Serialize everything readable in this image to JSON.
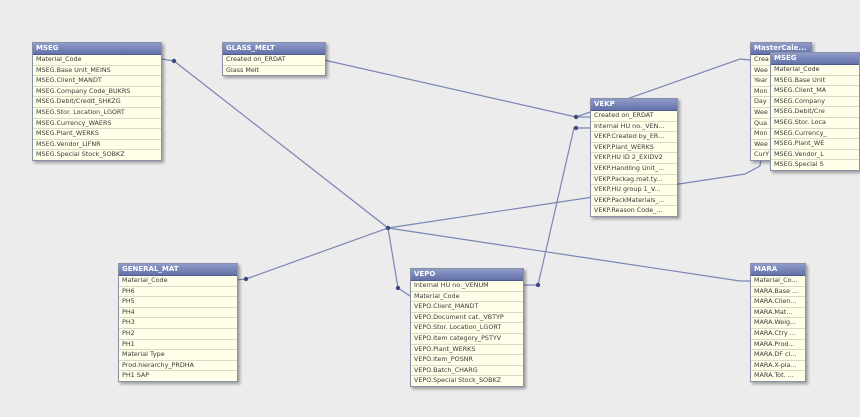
{
  "tables": {
    "mseg": {
      "title": "MSEG",
      "fields": [
        "Material_Code",
        "MSEG.Base Unit_MEINS",
        "MSEG.Client_MANDT",
        "MSEG.Company Code_BUKRS",
        "MSEG.Debit/Credit_SHKZG",
        "MSEG.Stor. Location_LGORT",
        "MSEG.Currency_WAERS",
        "MSEG.Plant_WERKS",
        "MSEG.Vendor_LIFNR",
        "MSEG.Special Stock_SOBKZ"
      ]
    },
    "glass_melt": {
      "title": "GLASS_MELT",
      "fields": [
        "Created on_ERDAT",
        "Glass Melt"
      ]
    },
    "vekp": {
      "title": "VEKP",
      "fields": [
        "Created on_ERDAT",
        "Internal HU no._VEN...",
        "VEKP.Created by_ER...",
        "VEKP.Plant_WERKS",
        "VEKP.HU ID 2_EXIDV2",
        "VEKP.Handling Unit_...",
        "VEKP.Packag.mat.ty...",
        "VEKP.HU group 1_V...",
        "VEKP.PackMaterials_...",
        "VEKP.Reason Code_..."
      ]
    },
    "mastercal": {
      "title": "MasterCale...",
      "fields": [
        "Crea",
        "Wee",
        "Year",
        "Mon",
        "Day",
        "Wee",
        "Qua",
        "Mon",
        "Wee",
        "CurY"
      ]
    },
    "mseg2": {
      "title": "MSEG",
      "fields": [
        "Material_Code",
        "MSEG.Base Unit",
        "MSEG.Client_MA",
        "MSEG.Company",
        "MSEG.Debit/Cre",
        "MSEG.Stor. Loca",
        "MSEG.Currency_",
        "MSEG.Plant_WE",
        "MSEG.Vendor_L",
        "MSEG.Special S"
      ]
    },
    "general_mat": {
      "title": "GENERAL_MAT",
      "fields": [
        "Material_Code",
        "PH6",
        "PH5",
        "PH4",
        "PH3",
        "PH2",
        "PH1",
        "Material Type",
        "Prod.hierarchy_PRDHA",
        "PH1 SAP"
      ]
    },
    "vepo": {
      "title": "VEPO",
      "fields": [
        "Internal HU no._VENUM",
        "Material_Code",
        "VEPO.Client_MANDT",
        "VEPO.Document cat._VBTYP",
        "VEPO.Stor. Location_LGORT",
        "VEPO.Item category_PSTYV",
        "VEPO.Plant_WERKS",
        "VEPO.Item_POSNR",
        "VEPO.Batch_CHARG",
        "VEPO.Special Stock_SOBKZ"
      ]
    },
    "mara": {
      "title": "MARA",
      "fields": [
        "Material_Co...",
        "MARA.Base ...",
        "MARA.Clien...",
        "MARA.Mat...",
        "MARA.Weig...",
        "MARA.Ctry ...",
        "MARA.Prod...",
        "MARA.DF cl...",
        "MARA.X-pla...",
        "MARA.Tot. ..."
      ]
    }
  },
  "colors": {
    "canvas_bg": "#ececec",
    "table_bg": "#ffffe9",
    "title_bar": "#6f7db4",
    "link_line": "#7b86b4",
    "connector_dot": "#3d4a80"
  }
}
